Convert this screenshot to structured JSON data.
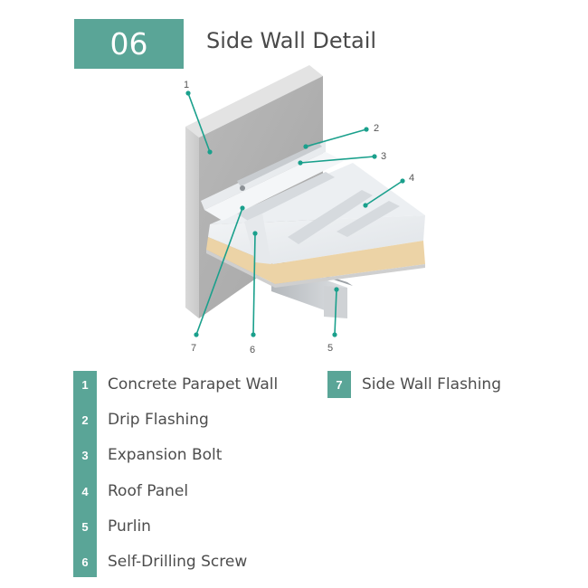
{
  "header": {
    "number": "06",
    "title": "Side Wall Detail"
  },
  "colors": {
    "accent": "#5aa597",
    "leader": "#1aa08c",
    "text": "#4d4d4d"
  },
  "callouts": [
    "1",
    "2",
    "3",
    "4",
    "5",
    "6",
    "7"
  ],
  "legend": {
    "items": [
      {
        "num": "1",
        "label": "Concrete Parapet Wall"
      },
      {
        "num": "2",
        "label": "Drip Flashing"
      },
      {
        "num": "3",
        "label": "Expansion Bolt"
      },
      {
        "num": "4",
        "label": "Roof Panel"
      },
      {
        "num": "5",
        "label": "Purlin"
      },
      {
        "num": "6",
        "label": "Self-Drilling Screw"
      },
      {
        "num": "7",
        "label": "Side Wall Flashing"
      }
    ]
  }
}
